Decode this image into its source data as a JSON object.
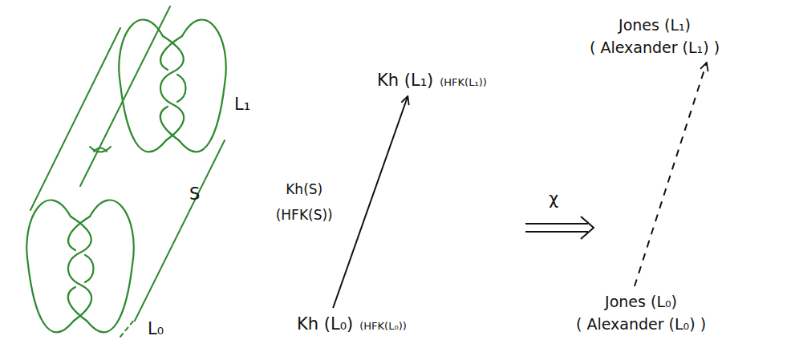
{
  "diagram": {
    "nodes": [
      {
        "text": [
          "Kh (L₁)",
          "(HFK(L₁))"
        ]
      },
      {
        "text": [
          "Jones (L₁)",
          "( Alexander (L₁) )"
        ]
      },
      {
        "text": [
          "Kh (L₀)",
          "(HFK(L₀))"
        ]
      },
      {
        "text": [
          "Jones (L₀)",
          "( Alexander (L₀) )"
        ]
      }
    ],
    "edges": [
      {
        "from": 2,
        "to": 0,
        "arrow": "to",
        "label": "Kh(S) (HFK(S))"
      },
      {
        "from": 3,
        "to": 1,
        "arrow": "to"
      }
    ],
    "labels": [
      "L₁",
      "S",
      "L₀",
      "χ"
    ]
  }
}
